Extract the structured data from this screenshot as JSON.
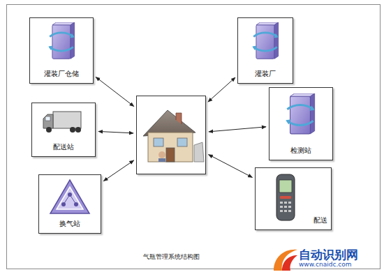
{
  "diagram": {
    "caption": "气瓶管理系统结构图",
    "nodes": [
      {
        "text": [
          "灌装厂仓储"
        ]
      },
      {
        "text": [
          "灌装厂"
        ]
      },
      {
        "text": [
          "配送站"
        ]
      },
      {
        "text": []
      },
      {
        "text": [
          "检测站"
        ]
      },
      {
        "text": [
          "换气站"
        ]
      },
      {
        "text": [
          "配送"
        ]
      }
    ],
    "edges": [
      {
        "from": 3,
        "to": 0,
        "arrow": "both"
      },
      {
        "from": 3,
        "to": 1,
        "arrow": "both"
      },
      {
        "from": 3,
        "to": 2,
        "arrow": "both"
      },
      {
        "from": 3,
        "to": 4,
        "arrow": "both"
      },
      {
        "from": 3,
        "to": 5,
        "arrow": "both"
      },
      {
        "from": 3,
        "to": 6,
        "arrow": "both"
      }
    ],
    "labels": [
      "自动识别网",
      "www.cnaidc.com"
    ]
  }
}
